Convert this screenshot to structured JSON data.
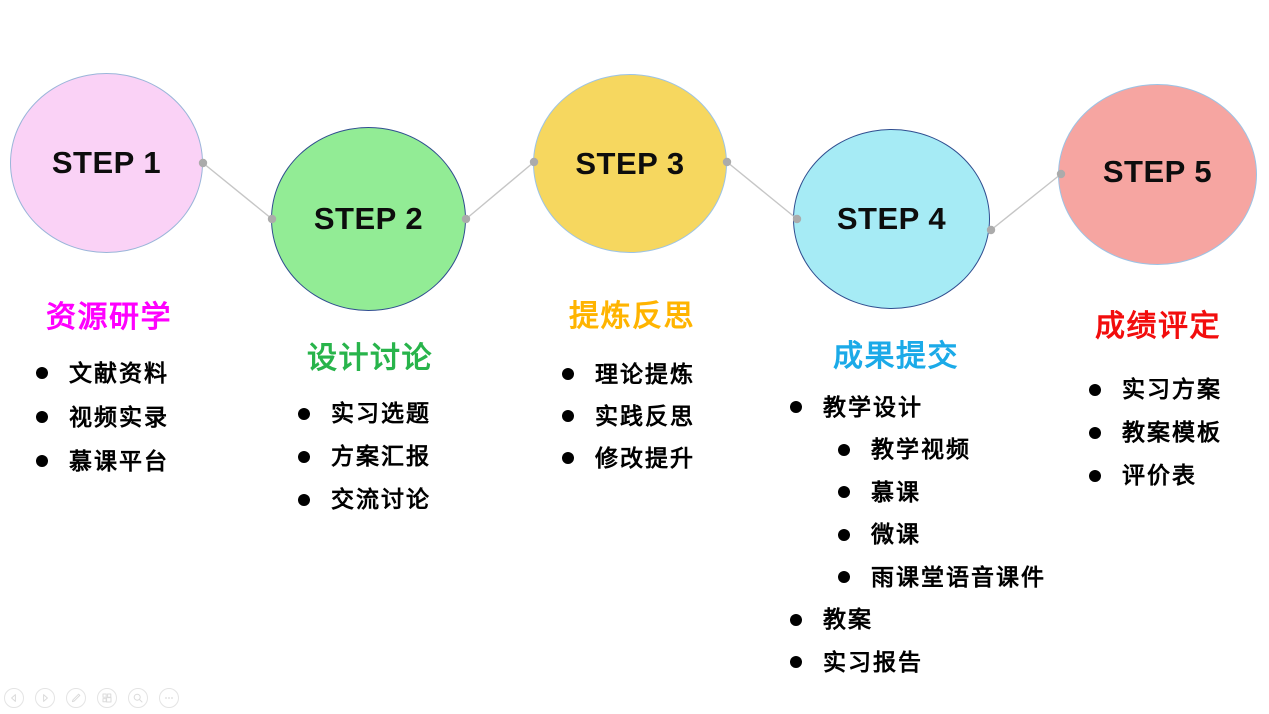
{
  "slide": {
    "background": "#FFFFFF"
  },
  "steps": [
    {
      "label": "STEP 1",
      "heading": "资源研学",
      "heading_color": "#FF00FF",
      "circle_fill": "#FAD2F6",
      "circle_border": "#9AB5D9",
      "items": [
        {
          "label": "文献资料",
          "level": 1
        },
        {
          "label": "视频实录",
          "level": 1
        },
        {
          "label": "慕课平台",
          "level": 1
        }
      ]
    },
    {
      "label": "STEP 2",
      "heading": "设计讨论",
      "heading_color": "#28B44B",
      "circle_fill": "#92EC95",
      "circle_border": "#2F4D8F",
      "items": [
        {
          "label": "实习选题",
          "level": 1
        },
        {
          "label": "方案汇报",
          "level": 1
        },
        {
          "label": "交流讨论",
          "level": 1
        }
      ]
    },
    {
      "label": "STEP 3",
      "heading": "提炼反思",
      "heading_color": "#FFB400",
      "circle_fill": "#F6D75F",
      "circle_border": "#9CC3E5",
      "items": [
        {
          "label": "理论提炼",
          "level": 1
        },
        {
          "label": "实践反思",
          "level": 1
        },
        {
          "label": "修改提升",
          "level": 1
        }
      ]
    },
    {
      "label": "STEP 4",
      "heading": "成果提交",
      "heading_color": "#1BAAE8",
      "circle_fill": "#A6EBF5",
      "circle_border": "#2F4D8F",
      "items": [
        {
          "label": "教学设计",
          "level": 1
        },
        {
          "label": "教学视频",
          "level": 2
        },
        {
          "label": "慕课",
          "level": 2
        },
        {
          "label": "微课",
          "level": 2
        },
        {
          "label": "雨课堂语音课件",
          "level": 2
        },
        {
          "label": "教案",
          "level": 1
        },
        {
          "label": "实习报告",
          "level": 1
        }
      ]
    },
    {
      "label": "STEP 5",
      "heading": "成绩评定",
      "heading_color": "#F20D0D",
      "circle_fill": "#F6A5A1",
      "circle_border": "#9CC3E5",
      "items": [
        {
          "label": "实习方案",
          "level": 1
        },
        {
          "label": "教案模板",
          "level": 1
        },
        {
          "label": "评价表",
          "level": 1
        }
      ]
    }
  ],
  "colors": {
    "connector_line": "#C6C6C6",
    "connector_dot": "#ABABAB",
    "toolbar_outline": "#E4E4E4",
    "toolbar_glyph": "#DBDBDB",
    "bullet": "#000000",
    "step_text": "#0D0D0D"
  },
  "toolbar": {
    "buttons": [
      {
        "name": "previous-slide"
      },
      {
        "name": "next-slide"
      },
      {
        "name": "pen-tool"
      },
      {
        "name": "slide-browser"
      },
      {
        "name": "zoom-tool"
      },
      {
        "name": "more-options"
      }
    ]
  }
}
